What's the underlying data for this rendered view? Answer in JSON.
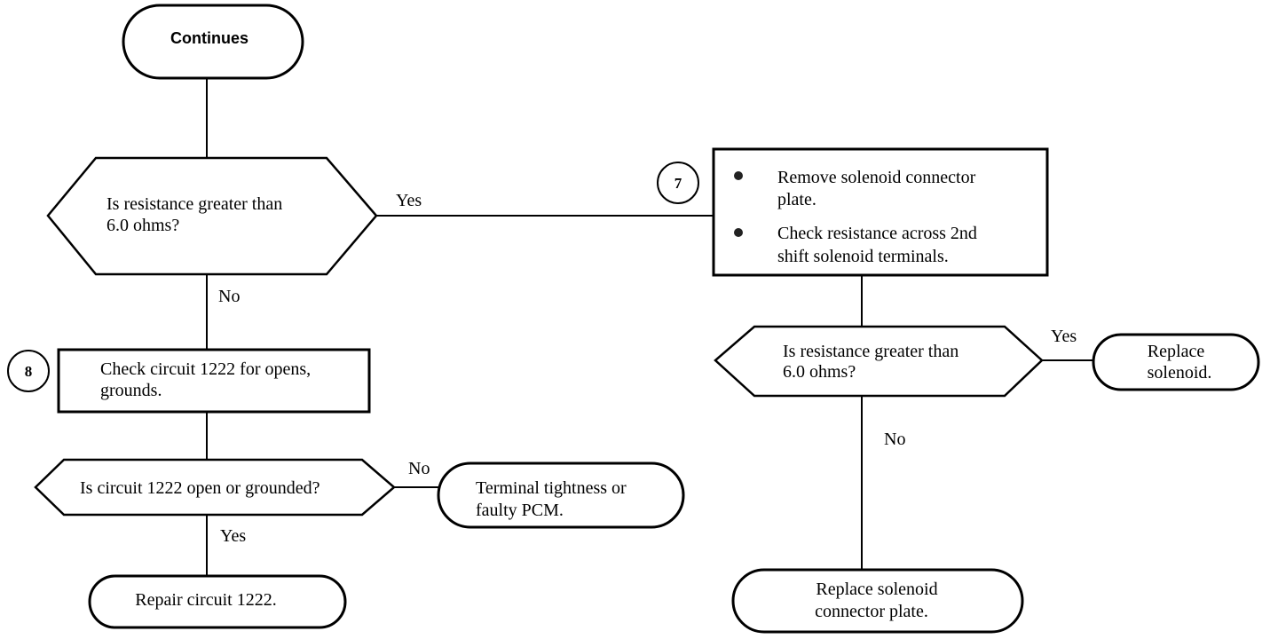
{
  "nodes": {
    "start": {
      "text": "Continues"
    },
    "decision_resistance_main": {
      "lines": [
        "Is resistance greater  than",
        "6.0 ohms?"
      ]
    },
    "step7_box": {
      "step_number": "7",
      "bullets": [
        {
          "lines": [
            "Remove solenoid connector",
            "plate."
          ]
        },
        {
          "lines": [
            "Check resistance across 2nd",
            "shift solenoid terminals."
          ]
        }
      ]
    },
    "decision_resistance_solenoid": {
      "lines": [
        "Is resistance greater than",
        "6.0 ohms?"
      ]
    },
    "replace_solenoid": {
      "lines": [
        "Replace",
        "solenoid."
      ]
    },
    "replace_connector_plate": {
      "lines": [
        "Replace solenoid",
        "connector plate."
      ]
    },
    "step8_box": {
      "step_number": "8",
      "lines": [
        "Check circuit 1222 for opens,",
        "grounds."
      ]
    },
    "decision_circuit": {
      "text": "Is circuit 1222 open or grounded?"
    },
    "terminal_tightness": {
      "lines": [
        "Terminal tightness or",
        "faulty PCM."
      ]
    },
    "repair_circuit": {
      "text": "Repair circuit 1222."
    }
  },
  "edges": {
    "main_yes": "Yes",
    "main_no": "No",
    "solenoid_yes": "Yes",
    "solenoid_no": "No",
    "circuit_no": "No",
    "circuit_yes": "Yes"
  },
  "colors": {
    "stroke": "#000000",
    "background": "#ffffff",
    "bullet": "#222222"
  }
}
